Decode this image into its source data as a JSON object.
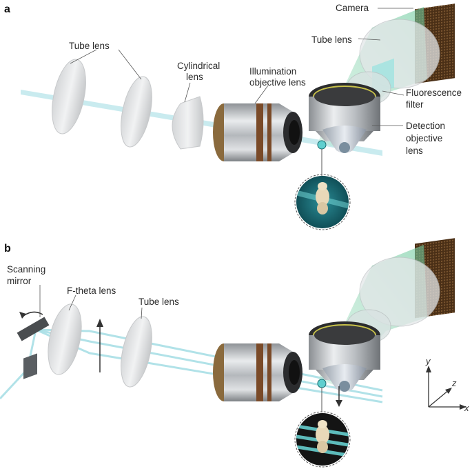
{
  "panels": [
    "a",
    "b"
  ],
  "panel_a": {
    "camera": "Camera",
    "tube_lens_left": "Tube lens",
    "tube_lens_right": "Tube lens",
    "cylindrical_lens": [
      "Cylindrical",
      "lens"
    ],
    "illumination_objective": [
      "Illumination",
      "objective lens"
    ],
    "fluorescence_filter": [
      "Fluorescence",
      "filter"
    ],
    "detection_objective": [
      "Detection",
      "objective",
      "lens"
    ]
  },
  "panel_b": {
    "scanning_mirror": [
      "Scanning",
      "mirror"
    ],
    "f_theta_lens": "F-theta lens",
    "tube_lens": "Tube lens"
  },
  "axes": {
    "x": "x",
    "y": "y",
    "z": "z"
  },
  "colors": {
    "beam": "#a9dfe6",
    "emission": "#8fd8b4",
    "camera": "#5a3b1e",
    "objective_ring_brown": "#7a4a28",
    "objective_ring_yellow": "#c8c24a",
    "sample_bg": "#1d6e78"
  }
}
